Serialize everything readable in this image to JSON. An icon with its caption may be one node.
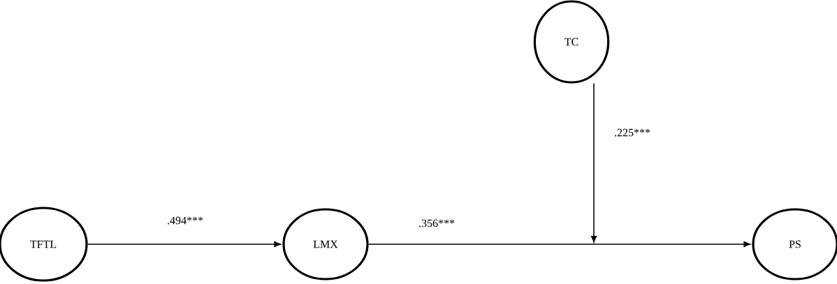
{
  "diagram": {
    "nodes": [
      {
        "text": [
          "TFTL"
        ]
      },
      {
        "text": [
          "LMX"
        ]
      },
      {
        "text": [
          "TC"
        ]
      },
      {
        "text": [
          "PS"
        ]
      }
    ],
    "edges": [
      {
        "from": 0,
        "to": 1,
        "arrow": "to",
        "label": ".494***"
      },
      {
        "from": 1,
        "to": 3,
        "arrow": "to",
        "label": ".356***"
      },
      {
        "from": 2,
        "to": null,
        "arrow": "to",
        "label": ".225***"
      }
    ]
  }
}
